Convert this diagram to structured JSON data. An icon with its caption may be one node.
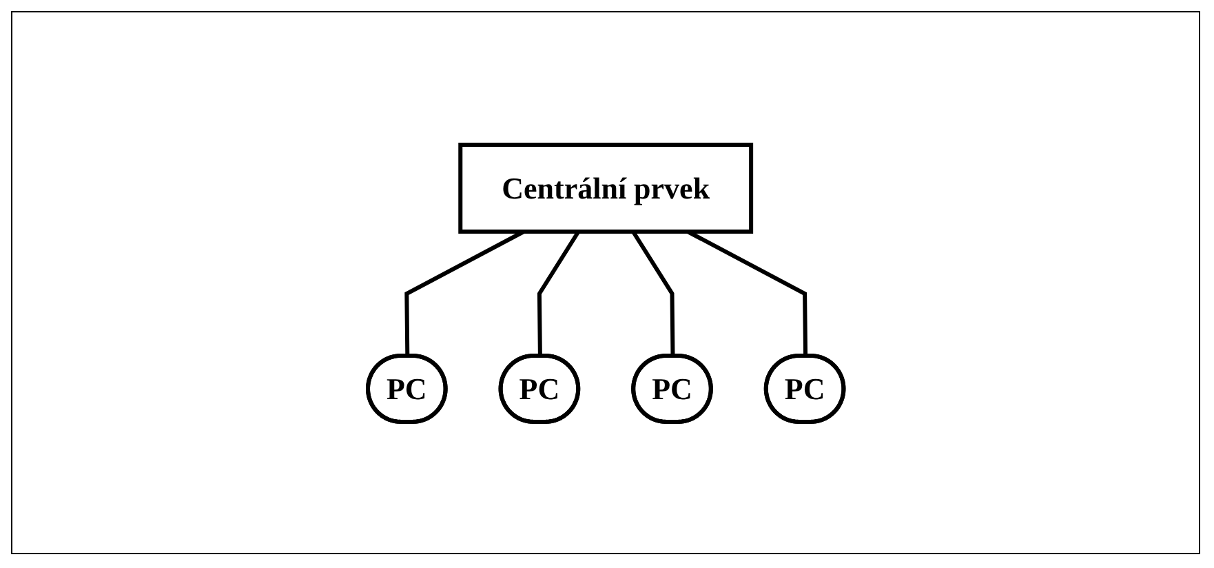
{
  "diagram": {
    "nodes": [
      {
        "text": [
          "Centrální prvek"
        ]
      },
      {
        "text": [
          "PC"
        ]
      },
      {
        "text": [
          "PC"
        ]
      },
      {
        "text": [
          "PC"
        ]
      },
      {
        "text": [
          "PC"
        ]
      }
    ],
    "edges": [
      {
        "from": 0,
        "to": 1,
        "arrow": "none"
      },
      {
        "from": 0,
        "to": 2,
        "arrow": "none"
      },
      {
        "from": 0,
        "to": 3,
        "arrow": "none"
      },
      {
        "from": 0,
        "to": 4,
        "arrow": "none"
      }
    ]
  }
}
